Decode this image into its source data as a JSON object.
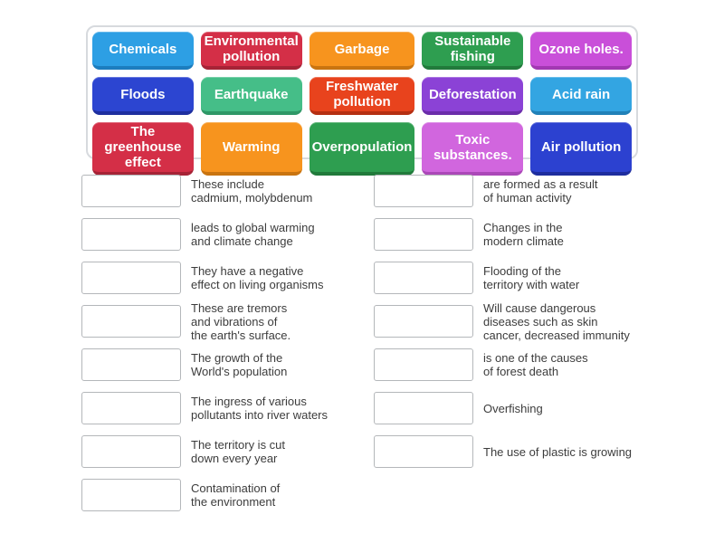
{
  "word_bank": {
    "tiles": [
      {
        "label": "Chemicals",
        "bg": "#2D9FE4",
        "edge": "#1C7DBE"
      },
      {
        "label": "Environmental pollution",
        "bg": "#D42F47",
        "edge": "#A62336"
      },
      {
        "label": "Garbage",
        "bg": "#F7941E",
        "edge": "#C97410"
      },
      {
        "label": "Sustainable fishing",
        "bg": "#2E9E50",
        "edge": "#217A3B"
      },
      {
        "label": "Ozone holes.",
        "bg": "#C94FD9",
        "edge": "#A238B2"
      },
      {
        "label": "Floods",
        "bg": "#2C45D1",
        "edge": "#1E2F9F"
      },
      {
        "label": "Earthquake",
        "bg": "#45BE88",
        "edge": "#2F9867"
      },
      {
        "label": "Freshwater pollution",
        "bg": "#E8431D",
        "edge": "#B52F12"
      },
      {
        "label": "Deforestation",
        "bg": "#8B42D6",
        "edge": "#6B2DAA"
      },
      {
        "label": "Acid rain",
        "bg": "#33A5E2",
        "edge": "#2181B8"
      },
      {
        "label": "The greenhouse effect",
        "bg": "#D42F47",
        "edge": "#A62336"
      },
      {
        "label": "Warming",
        "bg": "#F7941E",
        "edge": "#C97410"
      },
      {
        "label": "Overpopulation",
        "bg": "#2E9E50",
        "edge": "#217A3B"
      },
      {
        "label": "Toxic substances.",
        "bg": "#D166DE",
        "edge": "#AB48B8"
      },
      {
        "label": "Air pollution",
        "bg": "#2C41D0",
        "edge": "#1E2D9E"
      }
    ]
  },
  "match": {
    "left": [
      {
        "clue": "These include\ncadmium, molybdenum"
      },
      {
        "clue": "leads to global warming\nand climate change"
      },
      {
        "clue": "They have a negative\neffect on living organisms"
      },
      {
        "clue": "These are tremors\nand vibrations of\nthe earth's surface."
      },
      {
        "clue": "The growth of the\nWorld's population"
      },
      {
        "clue": "The ingress of various\npollutants into river waters"
      },
      {
        "clue": "The territory is cut\ndown every year"
      },
      {
        "clue": "Contamination of\nthe environment"
      }
    ],
    "right": [
      {
        "clue": "are formed as a result\nof human activity"
      },
      {
        "clue": "Changes in the\nmodern climate"
      },
      {
        "clue": "Flooding of the\nterritory with water"
      },
      {
        "clue": "Will cause dangerous\ndiseases such as skin\ncancer, decreased immunity"
      },
      {
        "clue": "is one of the causes\nof forest death"
      },
      {
        "clue": "Overfishing"
      },
      {
        "clue": "The use of plastic is growing"
      }
    ]
  }
}
